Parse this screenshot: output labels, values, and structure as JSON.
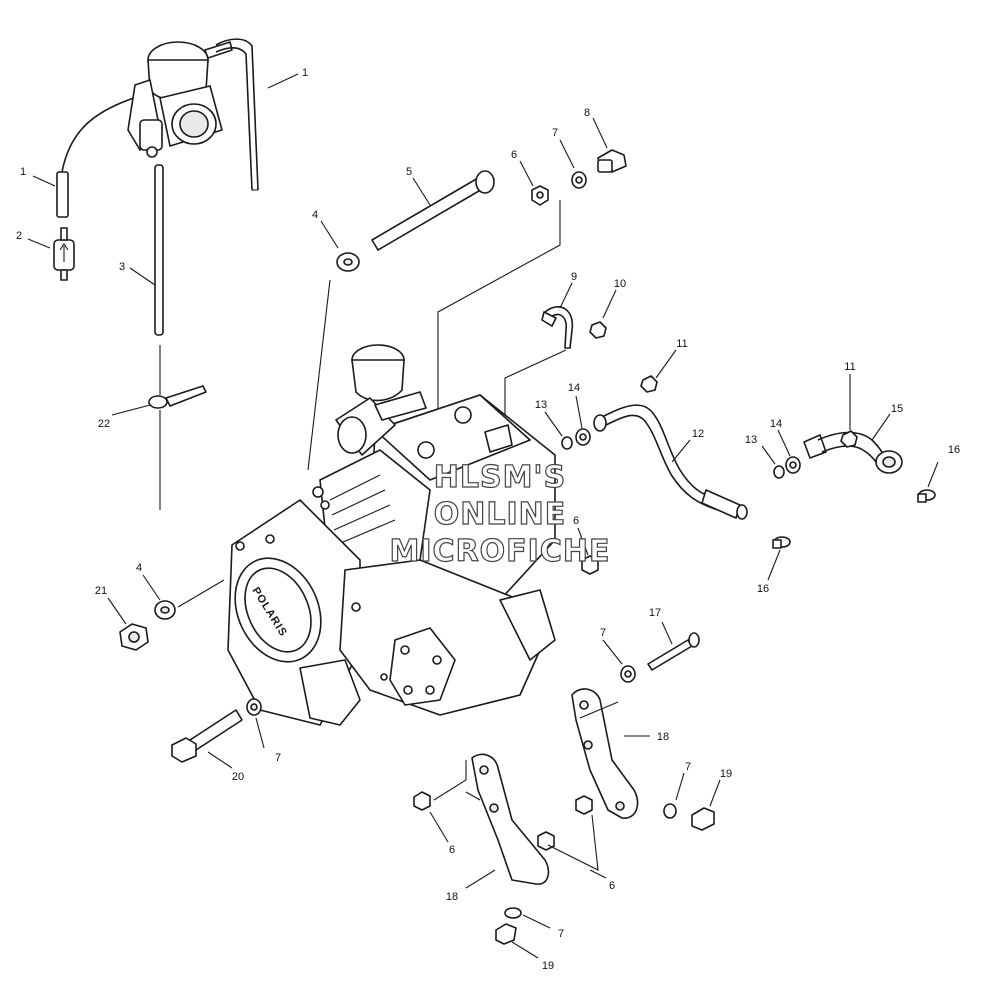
{
  "callouts": [
    {
      "id": "c1a",
      "text": "1"
    },
    {
      "id": "c1b",
      "text": "1"
    },
    {
      "id": "c2",
      "text": "2"
    },
    {
      "id": "c3",
      "text": "3"
    },
    {
      "id": "c4a",
      "text": "4"
    },
    {
      "id": "c4b",
      "text": "4"
    },
    {
      "id": "c5",
      "text": "5"
    },
    {
      "id": "c6a",
      "text": "6"
    },
    {
      "id": "c6b",
      "text": "6"
    },
    {
      "id": "c6c",
      "text": "6"
    },
    {
      "id": "c6d",
      "text": "6"
    },
    {
      "id": "c7a",
      "text": "7"
    },
    {
      "id": "c7b",
      "text": "7"
    },
    {
      "id": "c7c",
      "text": "7"
    },
    {
      "id": "c7d",
      "text": "7"
    },
    {
      "id": "c7e",
      "text": "7"
    },
    {
      "id": "c8",
      "text": "8"
    },
    {
      "id": "c9",
      "text": "9"
    },
    {
      "id": "c10",
      "text": "10"
    },
    {
      "id": "c11a",
      "text": "11"
    },
    {
      "id": "c11b",
      "text": "11"
    },
    {
      "id": "c12",
      "text": "12"
    },
    {
      "id": "c13a",
      "text": "13"
    },
    {
      "id": "c13b",
      "text": "13"
    },
    {
      "id": "c14a",
      "text": "14"
    },
    {
      "id": "c14b",
      "text": "14"
    },
    {
      "id": "c15",
      "text": "15"
    },
    {
      "id": "c16a",
      "text": "16"
    },
    {
      "id": "c16b",
      "text": "16"
    },
    {
      "id": "c17",
      "text": "17"
    },
    {
      "id": "c18a",
      "text": "18"
    },
    {
      "id": "c18b",
      "text": "18"
    },
    {
      "id": "c19a",
      "text": "19"
    },
    {
      "id": "c19b",
      "text": "19"
    },
    {
      "id": "c20",
      "text": "20"
    },
    {
      "id": "c21",
      "text": "21"
    },
    {
      "id": "c22",
      "text": "22"
    }
  ],
  "logo_text": "POLARIS",
  "watermark": {
    "line1": "HLSM'S",
    "line2": "ONLINE",
    "line3": "MICROFICHE"
  }
}
